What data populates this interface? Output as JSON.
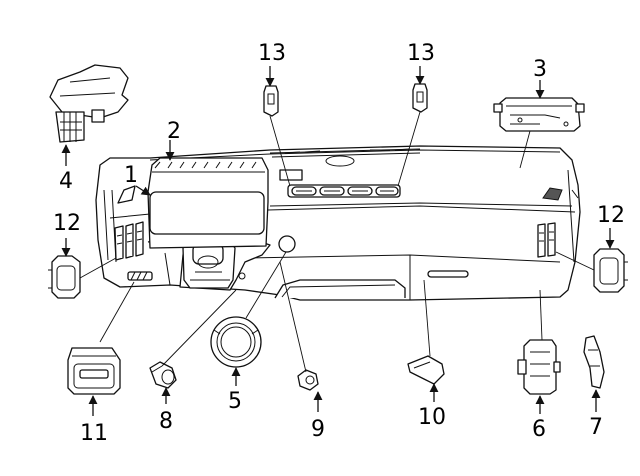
{
  "labels": {
    "l1": "1",
    "l2": "2",
    "l3": "3",
    "l4": "4",
    "l5": "5",
    "l6": "6",
    "l7": "7",
    "l8": "8",
    "l9": "9",
    "l10": "10",
    "l11": "11",
    "l12_left": "12",
    "l12_right": "12",
    "l13_left": "13",
    "l13_right": "13"
  }
}
